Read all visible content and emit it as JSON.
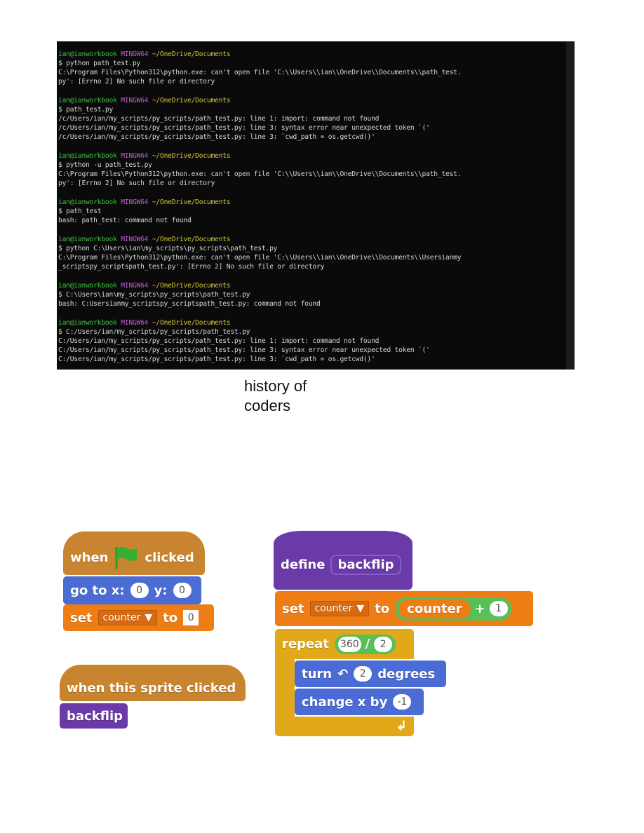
{
  "terminal": {
    "prompt": {
      "user": "ian@ianworkbook",
      "host": "MINGW64",
      "path": "~/OneDrive/Documents"
    },
    "blocks": [
      {
        "command": "$ python path_test.py",
        "output": [
          "C:\\Program Files\\Python312\\python.exe: can't open file 'C:\\\\Users\\\\ian\\\\OneDrive\\\\Documents\\\\path_test.",
          "py': [Errno 2] No such file or directory"
        ]
      },
      {
        "command": "$ path_test.py",
        "output": [
          "/c/Users/ian/my_scripts/py_scripts/path_test.py: line 1: import: command not found",
          "/c/Users/ian/my_scripts/py_scripts/path_test.py: line 3: syntax error near unexpected token `('",
          "/c/Users/ian/my_scripts/py_scripts/path_test.py: line 3: `cwd_path = os.getcwd()'"
        ]
      },
      {
        "command": "$ python -u path_test.py",
        "output": [
          "C:\\Program Files\\Python312\\python.exe: can't open file 'C:\\\\Users\\\\ian\\\\OneDrive\\\\Documents\\\\path_test.",
          "py': [Errno 2] No such file or directory"
        ]
      },
      {
        "command": "$ path_test",
        "output": [
          "bash: path_test: command not found"
        ]
      },
      {
        "command": "$ python C:\\Users\\ian\\my_scripts\\py_scripts\\path_test.py",
        "output": [
          "C:\\Program Files\\Python312\\python.exe: can't open file 'C:\\\\Users\\\\ian\\\\OneDrive\\\\Documents\\\\Usersianmy",
          "_scriptspy_scriptspath_test.py': [Errno 2] No such file or directory"
        ]
      },
      {
        "command": "$ C:\\Users\\ian\\my_scripts\\py_scripts\\path_test.py",
        "output": [
          "bash: C:Usersianmy_scriptspy_scriptspath_test.py: command not found"
        ]
      },
      {
        "command": "$ C:/Users/ian/my_scripts/py_scripts/path_test.py",
        "output": [
          "C:/Users/ian/my_scripts/py_scripts/path_test.py: line 1: import: command not found",
          "C:/Users/ian/my_scripts/py_scripts/path_test.py: line 3: syntax error near unexpected token `('",
          "C:/Users/ian/my_scripts/py_scripts/path_test.py: line 3: `cwd_path = os.getcwd()'"
        ]
      }
    ]
  },
  "caption": {
    "line1": "history of",
    "line2": "coders"
  },
  "scratch": {
    "when": "when",
    "clicked": "clicked",
    "goto": "go to x:",
    "y": "y:",
    "x_val": "0",
    "y_val": "0",
    "set": "set",
    "var": "counter",
    "to": "to",
    "set_val": "0",
    "sprite_clicked": "when this sprite clicked",
    "backflip": "backflip",
    "define": "define",
    "plus": "+",
    "one": "1",
    "repeat": "repeat",
    "n360": "360",
    "div": "/",
    "two": "2",
    "turn": "turn",
    "degrees": "degrees",
    "turn_val": "2",
    "change": "change x by",
    "change_val": "-1",
    "colors": {
      "events": "#c8842f",
      "motion": "#4a6cd4",
      "data": "#ee7d16",
      "custom": "#6a3aa8",
      "control": "#e1a91a",
      "operators": "#59c059"
    }
  }
}
